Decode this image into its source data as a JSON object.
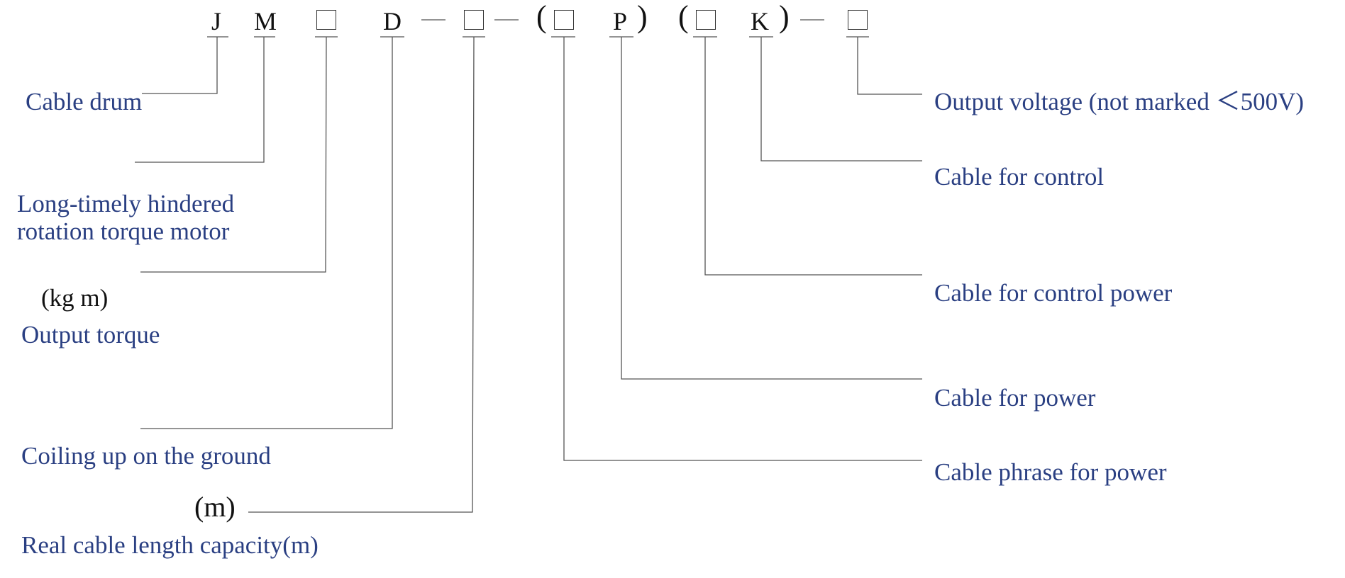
{
  "code": {
    "letters": [
      "J",
      "M",
      "D",
      "P",
      "K"
    ],
    "open_paren": "(",
    "close_paren": ")"
  },
  "labels": {
    "cable_drum": "Cable drum",
    "motor_line1": "Long-timely hindered",
    "motor_line2": "rotation torque motor",
    "torque_unit": "(kg m)",
    "output_torque": "Output torque",
    "coiling": "Coiling up on the ground",
    "length_unit": "(m)",
    "cable_length": "Real cable length capacity(m)",
    "output_voltage": "Output voltage (not marked ＜500V)",
    "cable_control": "Cable for control",
    "cable_control_power": "Cable for control power",
    "cable_power": "Cable for power",
    "cable_phrase_power": "Cable phrase for power"
  },
  "colors": {
    "label_text": "#2a3f82",
    "code_text": "#111111",
    "lines": "#555555"
  }
}
